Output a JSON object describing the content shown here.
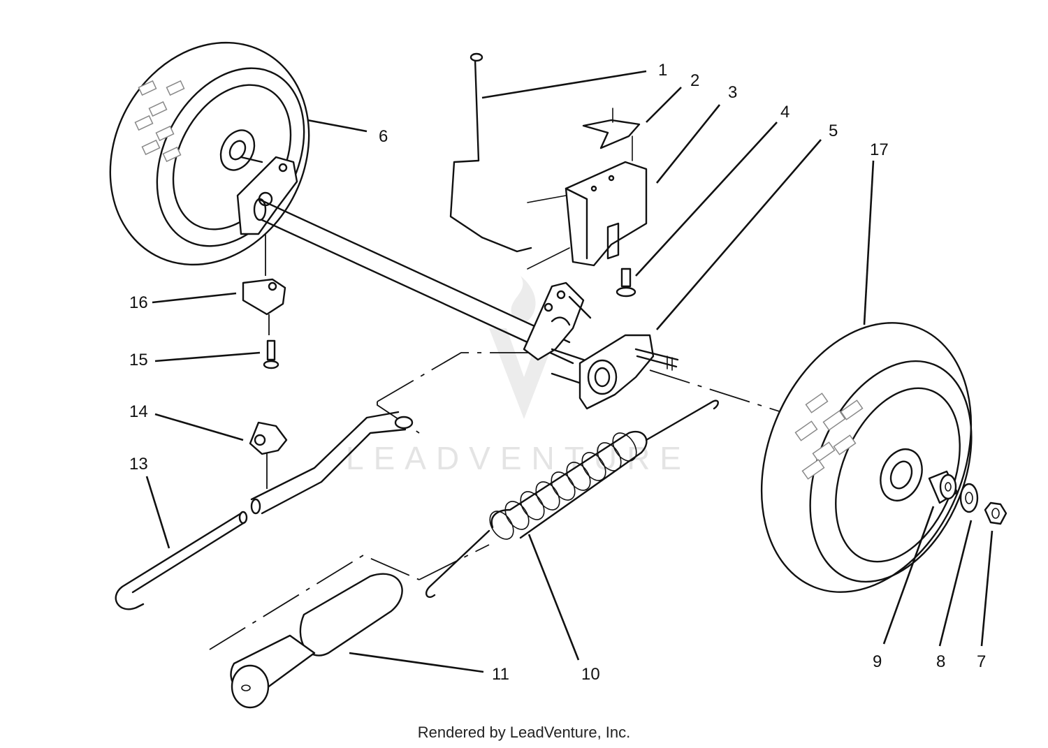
{
  "callouts": [
    "1",
    "2",
    "3",
    "4",
    "5",
    "6",
    "7",
    "8",
    "9",
    "10",
    "11",
    "13",
    "14",
    "15",
    "16",
    "17"
  ],
  "watermark": "LEADVENTURE",
  "footer": "Rendered by LeadVenture, Inc."
}
